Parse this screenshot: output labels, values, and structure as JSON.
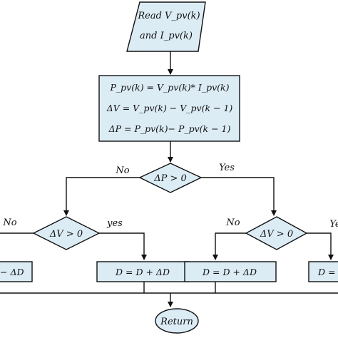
{
  "colors": {
    "node_fill": "#dcecf5",
    "stroke": "#111111",
    "background": "#ffffff"
  },
  "input": {
    "line1": "Read V_pv(k)",
    "line2": "and I_pv(k)"
  },
  "compute": {
    "line1": "P_pv(k) = V_pv(k)* I_pv(k)",
    "line2": "ΔV = V_pv(k) − V_pv(k − 1)",
    "line3": "ΔP = P_pv(k)− P_pv(k − 1)"
  },
  "decision_dp": {
    "label": "ΔP > 0",
    "no": "No",
    "yes": "Yes"
  },
  "decision_dv_left": {
    "label": "ΔV > 0",
    "no": "No",
    "yes": "yes"
  },
  "decision_dv_right": {
    "label": "ΔV > 0",
    "no": "No",
    "yes": "Ye"
  },
  "box_far_left": {
    "label": "− ΔD"
  },
  "box_left": {
    "label": "D = D + ΔD"
  },
  "box_mid_right": {
    "label": "D = D + ΔD"
  },
  "box_far_right": {
    "label": "D ="
  },
  "terminal": {
    "label": "Return"
  }
}
